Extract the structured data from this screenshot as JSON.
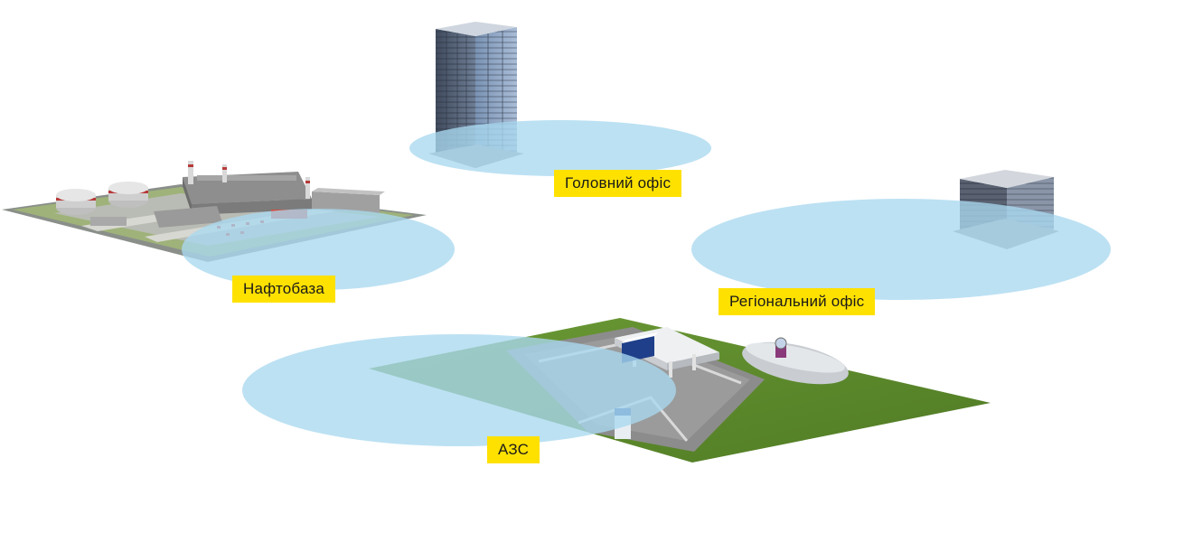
{
  "nodes": {
    "head_office": {
      "label": "Головний офіс"
    },
    "oil_depot": {
      "label": "Нафтобаза"
    },
    "regional_office": {
      "label": "Регіональний офіс"
    },
    "gas_station": {
      "label": "АЗС"
    }
  },
  "colors": {
    "zone": "#a9d8ef",
    "label_bg": "#ffe100",
    "grass": "#5d8a2c"
  }
}
